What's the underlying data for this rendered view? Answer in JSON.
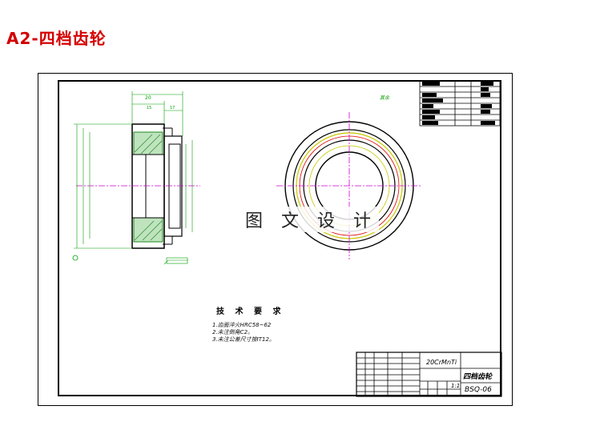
{
  "page": {
    "title": "A2-四档齿轮"
  },
  "watermark": "图 文 设 计",
  "view_label": "其余",
  "technical_requirements": {
    "heading": "技 术 要 求",
    "items": [
      "1.齿面淬火HRC58~62",
      "2.未注倒角C2。",
      "3.未注公差尺寸按IT12。"
    ]
  },
  "title_block": {
    "material": "20CrMnTi",
    "part_name": "四档齿轮",
    "drawing_number": "BSQ-06",
    "scale": "1:1"
  },
  "colors": {
    "title_red": "#d40000",
    "outline": "#000000",
    "dimension_green": "#00a000",
    "centerline_magenta": "#d000d0",
    "hatch_green": "#1d8a1d",
    "yellow_circle": "#c8c800",
    "red_circle": "#e00000"
  }
}
